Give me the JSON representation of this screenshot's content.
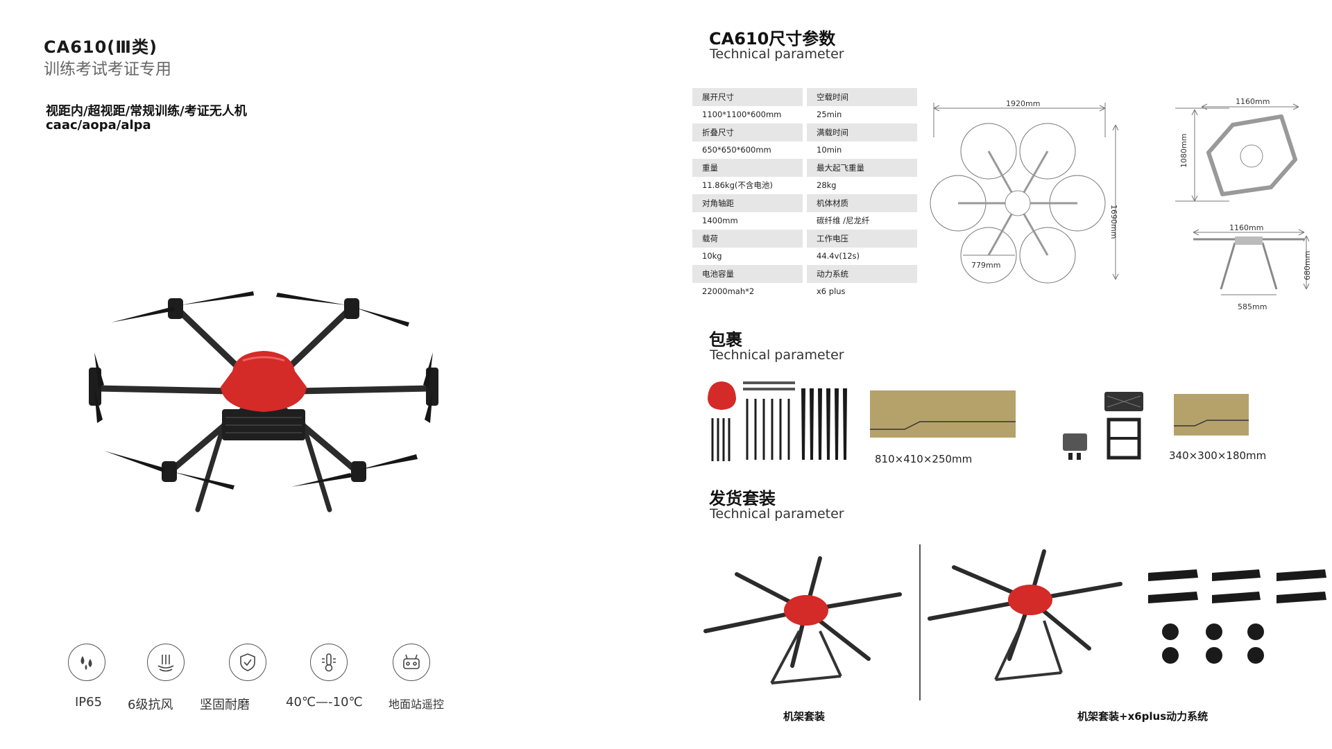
{
  "left": {
    "model_title": "CA610(Ⅲ类)",
    "model_subtitle": "训练考试考证专用",
    "feature_line1": "视距内/超视距/常规训练/考证无人机",
    "feature_line2": "caac/aopa/alpa",
    "features": [
      {
        "icon": "water-drop-icon",
        "label": "IP65"
      },
      {
        "icon": "wind-resistance-icon",
        "label": "6级抗风"
      },
      {
        "icon": "shield-icon",
        "label": "坚固耐磨"
      },
      {
        "icon": "thermometer-icon",
        "label": "40℃—-10℃"
      },
      {
        "icon": "remote-control-icon",
        "label": "地面站遥控"
      }
    ]
  },
  "specs": {
    "title_cn": "CA610尺寸参数",
    "title_en": "Technical parameter",
    "rows": [
      {
        "label_a": "展开尺寸",
        "label_b": "空载时间",
        "value_a": "1100*1100*600mm",
        "value_b": "25min"
      },
      {
        "label_a": "折叠尺寸",
        "label_b": "满载时间",
        "value_a": "650*650*600mm",
        "value_b": "10min"
      },
      {
        "label_a": "重量",
        "label_b": "最大起飞重量",
        "value_a": "11.86kg(不含电池)",
        "value_b": "28kg"
      },
      {
        "label_a": "对角轴距",
        "label_b": "机体材质",
        "value_a": "1400mm",
        "value_b": "碳纤维 /尼龙纤"
      },
      {
        "label_a": "载荷",
        "label_b": "工作电压",
        "value_a": "10kg",
        "value_b": "44.4v(12s)"
      },
      {
        "label_a": "电池容量",
        "label_b": "动力系统",
        "value_a": "22000mah*2",
        "value_b": "x6 plus"
      }
    ]
  },
  "diagrams": {
    "top_width": "1920mm",
    "top_height": "1690mm",
    "rotor": "779mm",
    "folded_width": "1160mm",
    "folded_height": "1080mm",
    "side_width": "1160mm",
    "side_height": "680mm",
    "side_base": "585mm"
  },
  "package": {
    "title_cn": "包裹",
    "title_en": "Technical parameter",
    "box1_size": "810×410×250mm",
    "box2_size": "340×300×180mm"
  },
  "shipping": {
    "title_cn": "发货套装",
    "title_en": "Technical parameter",
    "kit1_label": "机架套装",
    "kit2_label": "机架套装+x6plus动力系统"
  },
  "colors": {
    "accent_red": "#d42a28",
    "carbon": "#2a2a2a",
    "box": "#b5a26a"
  }
}
